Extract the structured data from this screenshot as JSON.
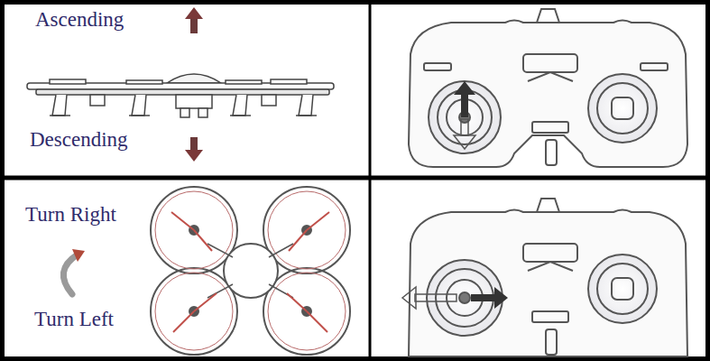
{
  "diagram": {
    "labels": [
      "Ascending",
      "Descending",
      "Turn Right",
      "Turn Left"
    ]
  }
}
